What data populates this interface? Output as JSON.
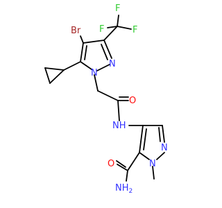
{
  "molecule": {
    "atoms": {
      "br": "Br",
      "f_top": "F",
      "f_right": "F",
      "f_left": "F",
      "n_pyr1_a": "N",
      "n_pyr1_b": "N",
      "o_amide": "O",
      "nh_amide": "NH",
      "n_pyr2_a": "N",
      "n_pyr2_b": "N",
      "o_carboxamide": "O",
      "nh2": "NH",
      "nh2_sub": "2"
    },
    "colors": {
      "bond": "#000000",
      "nitrogen": "#3333ff",
      "oxygen": "#ff0d0d",
      "fluorine": "#33cc33",
      "bromine": "#a62929"
    }
  }
}
